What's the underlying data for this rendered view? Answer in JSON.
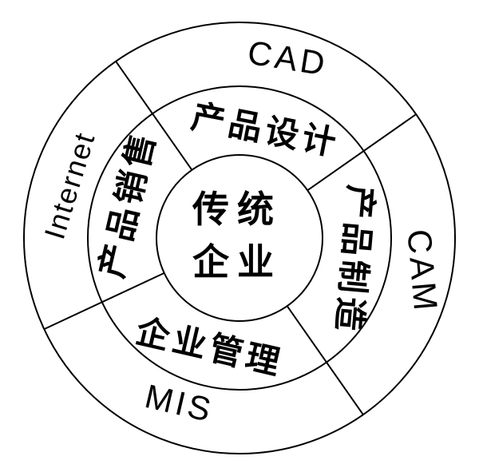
{
  "diagram": {
    "title_semantic": "traditional-enterprise-it-systems-ring-diagram",
    "center": {
      "line1": "传统",
      "line2": "企业"
    },
    "middle_ring": {
      "sectors": [
        {
          "label": "产品设计",
          "position": "top"
        },
        {
          "label": "产品制造",
          "position": "right"
        },
        {
          "label": "企业管理",
          "position": "bottom"
        },
        {
          "label": "产品销售",
          "position": "left"
        }
      ]
    },
    "outer_ring": {
      "sectors": [
        {
          "label": "CAD",
          "position": "top"
        },
        {
          "label": "CAM",
          "position": "right"
        },
        {
          "label": "MIS",
          "position": "bottom"
        },
        {
          "label": "Internet",
          "position": "left"
        }
      ]
    },
    "colors": {
      "stroke": "#000000",
      "text": "#000000",
      "background": "#ffffff"
    }
  }
}
